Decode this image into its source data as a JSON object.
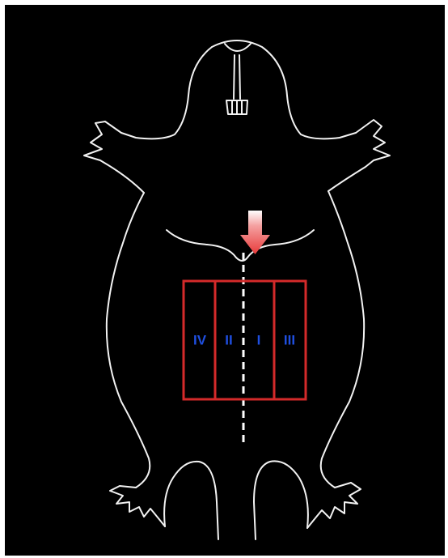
{
  "diagram": {
    "background_color": "#000000",
    "outline_color": "#f2f2f2",
    "grid_color": "#d42a2a",
    "label_color": "#1f4fe0",
    "arrow_color": "#e83a3a",
    "midline": "dashed",
    "regions": [
      {
        "label": "IV"
      },
      {
        "label": "II"
      },
      {
        "label": "I"
      },
      {
        "label": "III"
      }
    ]
  }
}
